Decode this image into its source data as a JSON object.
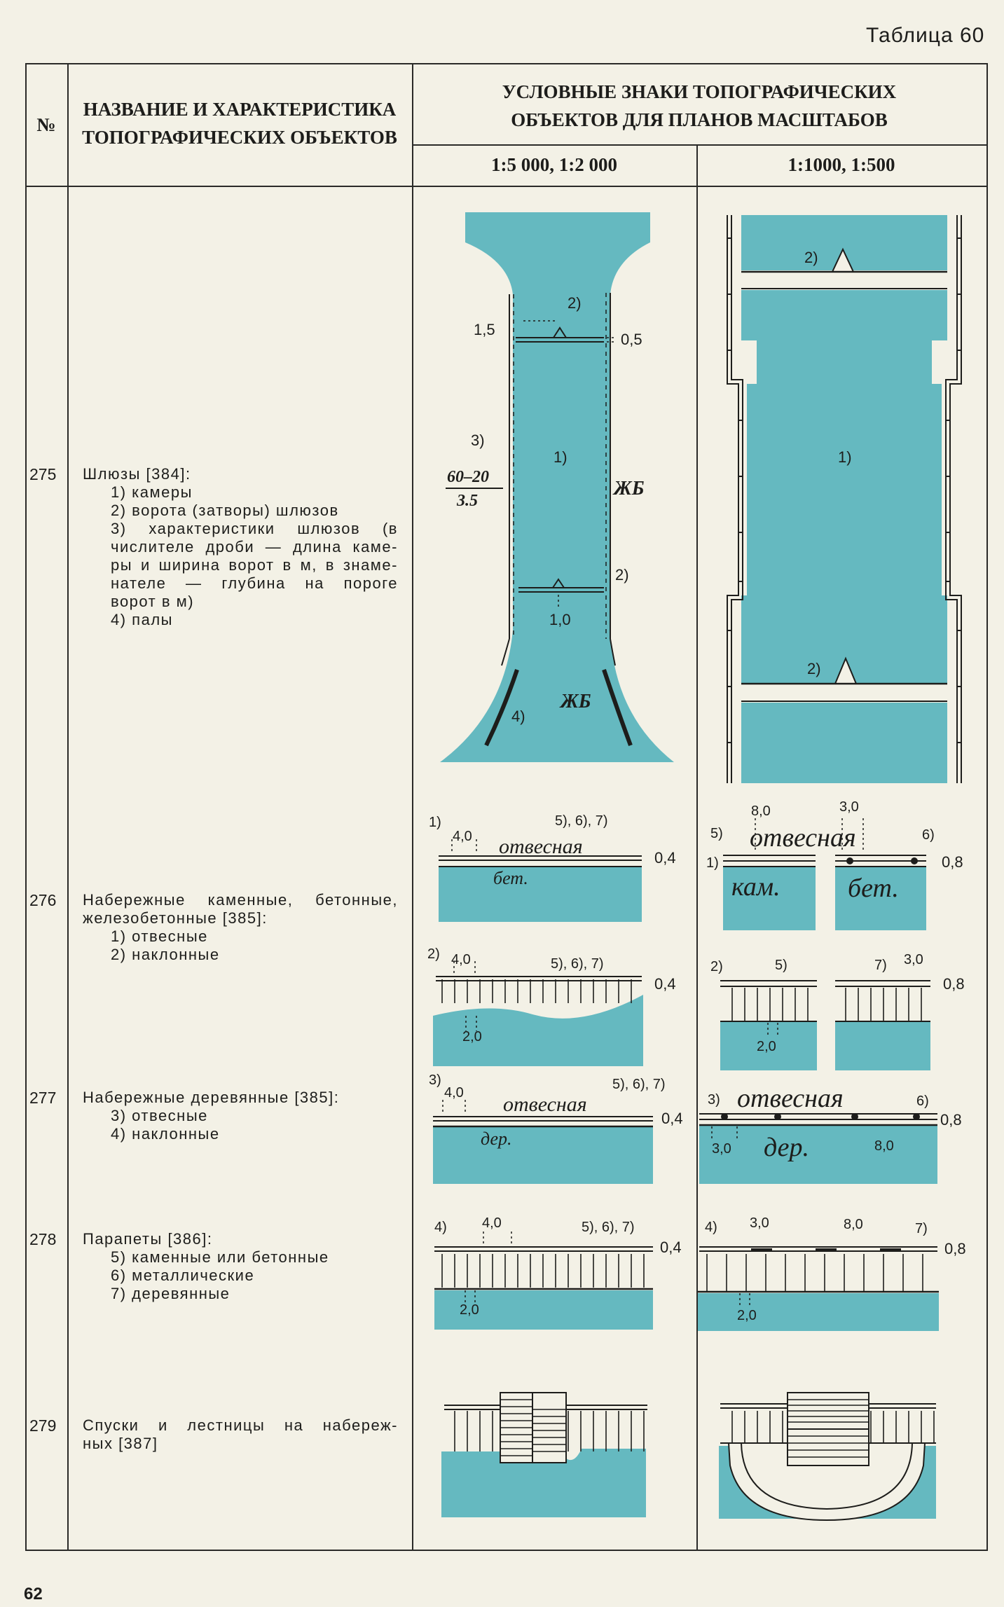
{
  "table_caption": "Таблица 60",
  "page_number": "62",
  "colors": {
    "water": "#65b9c0",
    "ink": "#1d1d1b",
    "paper": "#f3f1e6"
  },
  "header": {
    "num": "№",
    "name_line1": "НАЗВАНИЕ И ХАРАКТЕРИСТИКА",
    "name_line2": "ТОПОГРАФИЧЕСКИХ ОБЪЕКТОВ",
    "signs_line1": "УСЛОВНЫЕ ЗНАКИ ТОПОГРАФИЧЕСКИХ",
    "signs_line2": "ОБЪЕКТОВ ДЛЯ ПЛАНОВ МАСШТАБОВ",
    "scale_a": "1:5 000, 1:2 000",
    "scale_b": "1:1000, 1:500"
  },
  "rows": [
    {
      "num": "275",
      "lines": [
        "Шлюзы [384]:",
        "1) камеры",
        "2) ворота (затворы) шлюзов",
        "3) характеристики шлюзов (в",
        "числителе дроби — длина каме-",
        "ры и ширина ворот в м, в знаме-",
        "нателе — глубина на пороге",
        "ворот в м)",
        "4) палы"
      ]
    },
    {
      "num": "276",
      "lines": [
        "Набережные каменные, бетонные,",
        "железобетонные [385]:",
        "1) отвесные",
        "2) наклонные"
      ]
    },
    {
      "num": "277",
      "lines": [
        "Набережные деревянные [385]:",
        "3) отвесные",
        "4) наклонные"
      ]
    },
    {
      "num": "278",
      "lines": [
        "Парапеты [386]:",
        "5) каменные или бетонные",
        "6) металлические",
        "7) деревянные"
      ]
    },
    {
      "num": "279",
      "lines": [
        "Спуски и лестницы на набереж-",
        "ных [387]"
      ]
    }
  ],
  "symbols": {
    "lock_a": {
      "gate_top": "2)",
      "dim_top": "1,5",
      "dim_right": "0,5",
      "chamber": "1)",
      "char_marker": "3)",
      "char_num": "60–20",
      "char_den": "3.5",
      "material": "ЖБ",
      "gate_bottom": "2)",
      "depth": "1,0",
      "dolphin": "4)",
      "material_bottom": "ЖБ"
    },
    "lock_b": {
      "gate_top": "2)",
      "chamber": "1)",
      "gate_bottom": "2)"
    },
    "r276a": {
      "m1": "1)",
      "d1": "4,0",
      "m2": "5), 6), 7)",
      "word": "отвесная",
      "w": "0,4",
      "mat": "бет."
    },
    "r276b": {
      "m1": "5)",
      "d1": "8,0",
      "d2": "3,0",
      "m2": "6)",
      "m3": "1)",
      "w": "0,8",
      "mat1": "кам.",
      "mat2": "бет."
    },
    "r276c": {
      "m1": "2)",
      "d1": "4,0",
      "m2": "5), 6), 7)",
      "w": "0,4",
      "d2": "2,0"
    },
    "r276d": {
      "m1": "2)",
      "m2": "5)",
      "m3": "7)",
      "d1": "3,0",
      "w": "0,8",
      "d2": "2,0"
    },
    "r277a": {
      "m1": "3)",
      "d1": "4,0",
      "m2": "5), 6), 7)",
      "word": "отвесная",
      "w": "0,4",
      "mat": "дер."
    },
    "r277b": {
      "m1": "3)",
      "word": "отвесная",
      "m2": "6)",
      "w": "0,8",
      "d1": "3,0",
      "mat": "дер.",
      "d2": "8,0"
    },
    "r278a": {
      "m1": "4)",
      "d1": "4,0",
      "m2": "5), 6), 7)",
      "w": "0,4",
      "d2": "2,0"
    },
    "r278b": {
      "m1": "4)",
      "d1": "3,0",
      "d2": "8,0",
      "m2": "7)",
      "w": "0,8",
      "d3": "2,0"
    }
  }
}
